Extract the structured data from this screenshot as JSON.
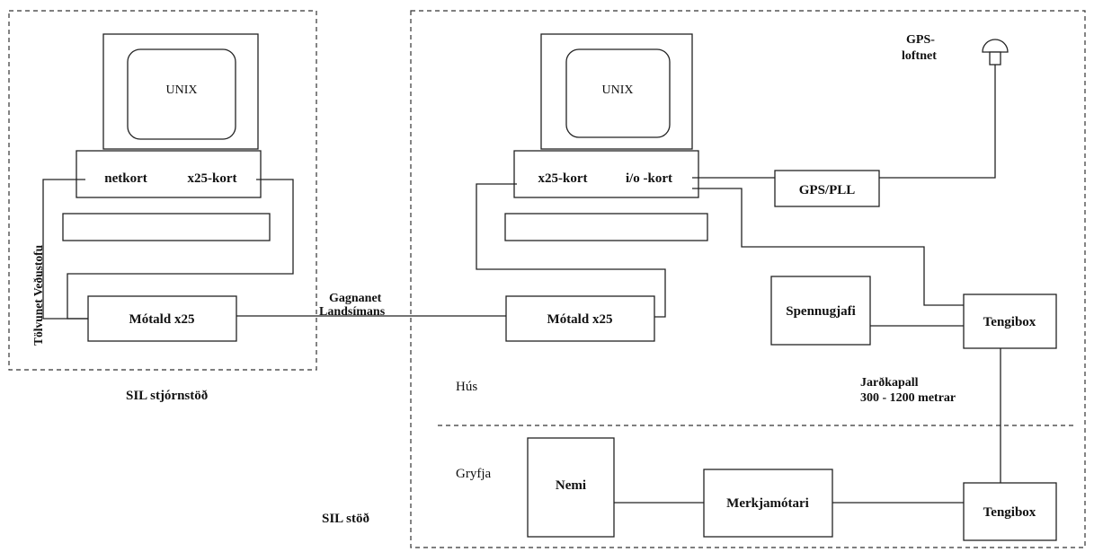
{
  "control_station": {
    "title": "SIL stjórnstöð",
    "monitor_label": "UNIX",
    "net_card": "netkort",
    "x25_card": "x25-kort",
    "modem": "Mótald x25",
    "network_label": "Tölvunet Veðustofu"
  },
  "link": {
    "line1": "Gagnanet",
    "line2": "Landsímans"
  },
  "station": {
    "title": "SIL stöð",
    "house_label": "Hús",
    "pit_label": "Gryfja",
    "monitor_label": "UNIX",
    "x25_card": "x25-kort",
    "io_card": "i/o -kort",
    "gps_antenna_line1": "GPS-",
    "gps_antenna_line2": "loftnet",
    "gps_pll": "GPS/PLL",
    "modem": "Mótald x25",
    "power_supply": "Spennugjafi",
    "junction_box_top": "Tengibox",
    "cable_line1": "Jarðkapall",
    "cable_line2": "300 - 1200 metrar",
    "sensor": "Nemi",
    "digitizer": "Merkjamótari",
    "junction_box_bottom": "Tengibox"
  }
}
